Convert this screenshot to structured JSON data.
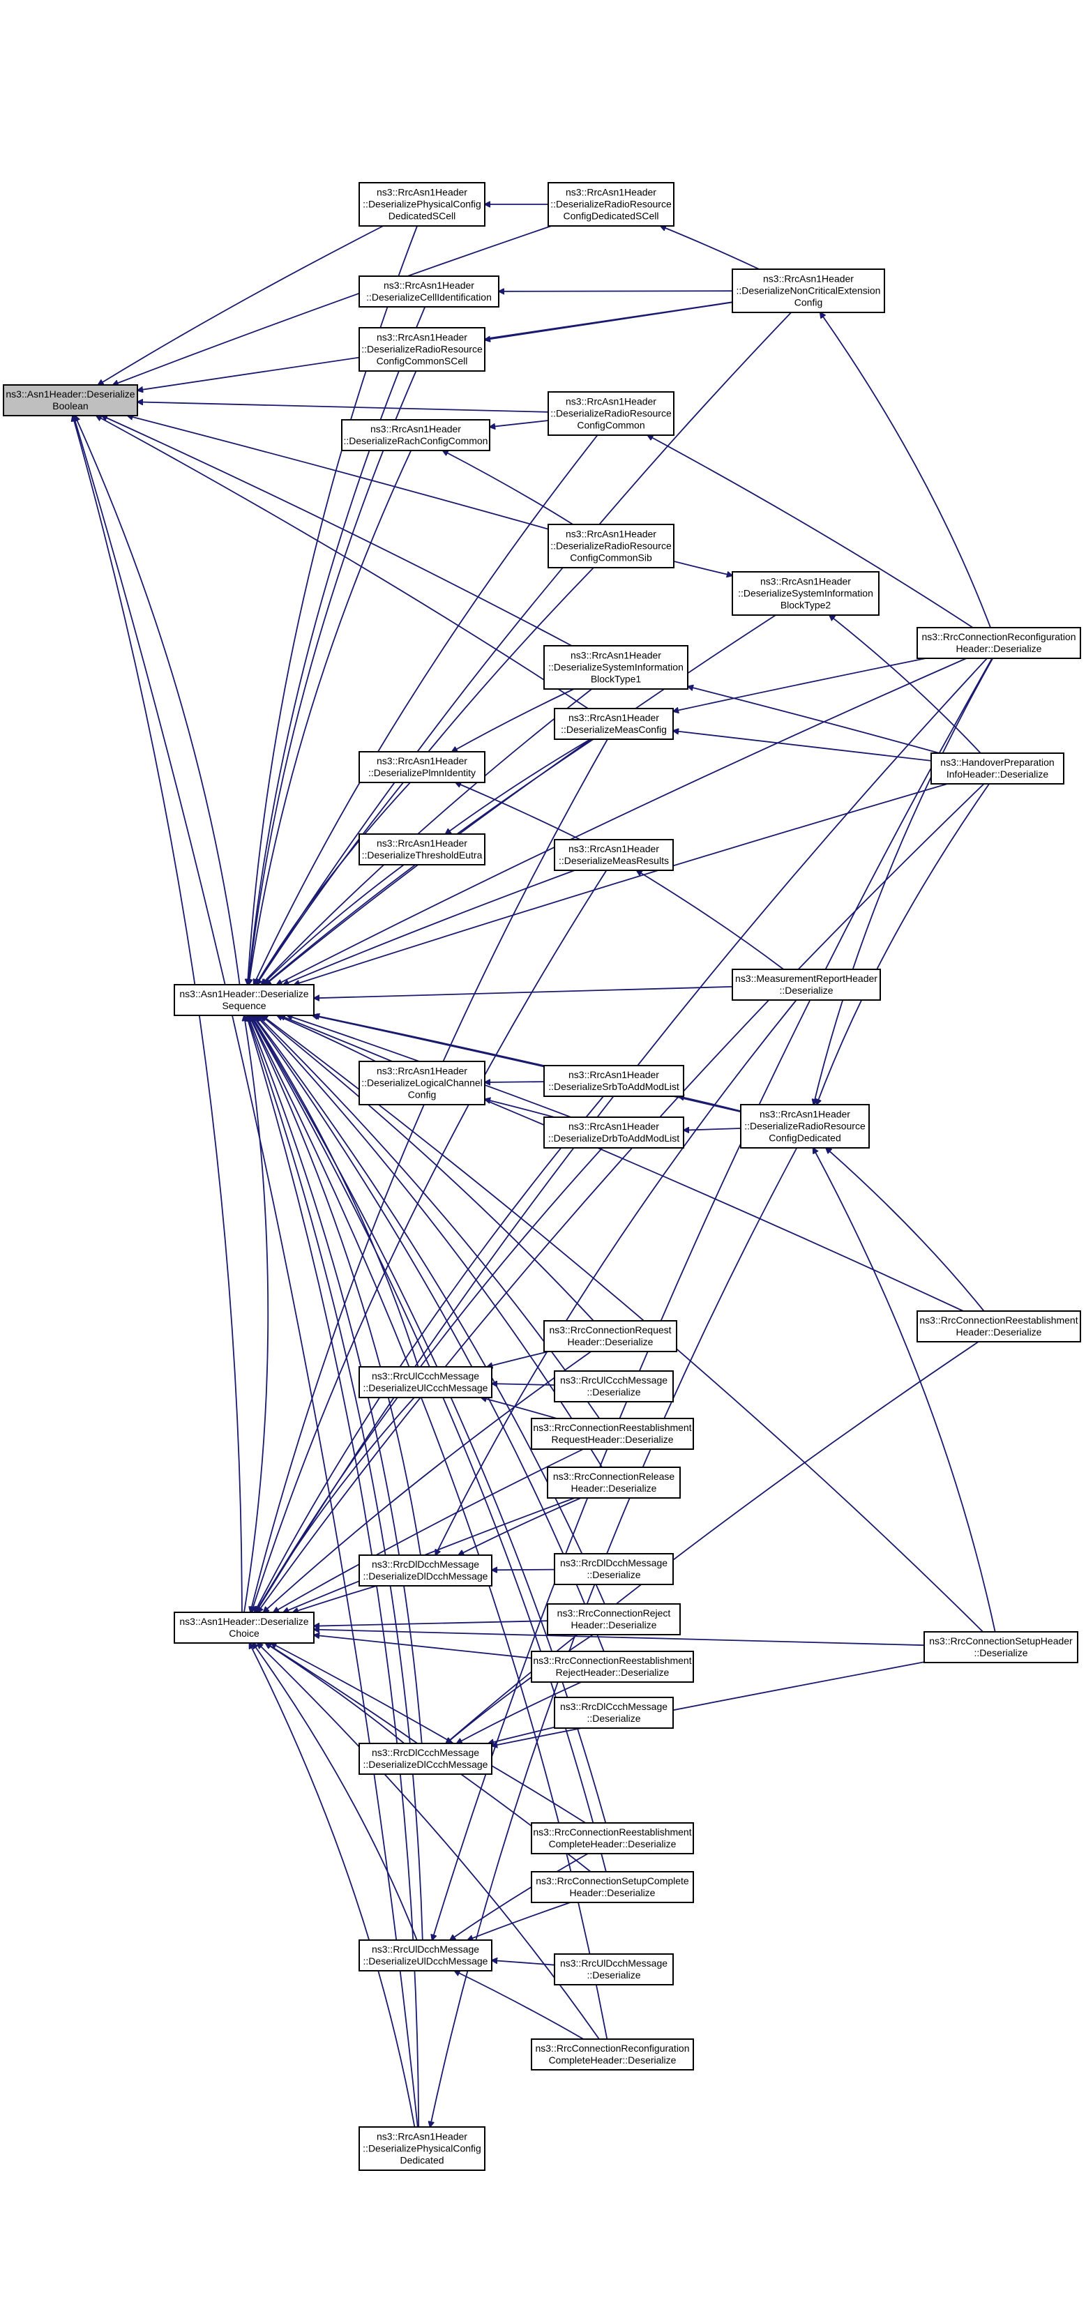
{
  "diagram": {
    "nodes": [
      {
        "id": "root",
        "lines": [
          "ns3::Asn1Header::Deserialize",
          "Boolean"
        ],
        "highlight": true
      },
      {
        "id": "seq",
        "lines": [
          "ns3::Asn1Header::Deserialize",
          "Sequence"
        ]
      },
      {
        "id": "choice",
        "lines": [
          "ns3::Asn1Header::Deserialize",
          "Choice"
        ]
      },
      {
        "id": "physCfgSCell",
        "lines": [
          "ns3::RrcAsn1Header",
          "::DeserializePhysicalConfig",
          "DedicatedSCell"
        ]
      },
      {
        "id": "cellId",
        "lines": [
          "ns3::RrcAsn1Header",
          "::DeserializeCellIdentification"
        ]
      },
      {
        "id": "rrCfgCommonSCell",
        "lines": [
          "ns3::RrcAsn1Header",
          "::DeserializeRadioResource",
          "ConfigCommonSCell"
        ]
      },
      {
        "id": "rachCfg",
        "lines": [
          "ns3::RrcAsn1Header",
          "::DeserializeRachConfigCommon"
        ]
      },
      {
        "id": "plmn",
        "lines": [
          "ns3::RrcAsn1Header",
          "::DeserializePlmnIdentity"
        ]
      },
      {
        "id": "threshEutra",
        "lines": [
          "ns3::RrcAsn1Header",
          "::DeserializeThresholdEutra"
        ]
      },
      {
        "id": "logChCfg",
        "lines": [
          "ns3::RrcAsn1Header",
          "::DeserializeLogicalChannel",
          "Config"
        ]
      },
      {
        "id": "ulCcchDes",
        "lines": [
          "ns3::RrcUlCcchMessage",
          "::DeserializeUlCcchMessage"
        ]
      },
      {
        "id": "dlDcchDes",
        "lines": [
          "ns3::RrcDlDcchMessage",
          "::DeserializeDlDcchMessage"
        ]
      },
      {
        "id": "dlCcchDes",
        "lines": [
          "ns3::RrcDlCcchMessage",
          "::DeserializeDlCcchMessage"
        ]
      },
      {
        "id": "ulDcchDes",
        "lines": [
          "ns3::RrcUlDcchMessage",
          "::DeserializeUlDcchMessage"
        ]
      },
      {
        "id": "physCfgDed",
        "lines": [
          "ns3::RrcAsn1Header",
          "::DeserializePhysicalConfig",
          "Dedicated"
        ]
      },
      {
        "id": "rrCfgDedSCell",
        "lines": [
          "ns3::RrcAsn1Header",
          "::DeserializeRadioResource",
          "ConfigDedicatedSCell"
        ]
      },
      {
        "id": "rrCfgCommon",
        "lines": [
          "ns3::RrcAsn1Header",
          "::DeserializeRadioResource",
          "ConfigCommon"
        ]
      },
      {
        "id": "rrCfgCommonSib",
        "lines": [
          "ns3::RrcAsn1Header",
          "::DeserializeRadioResource",
          "ConfigCommonSib"
        ]
      },
      {
        "id": "sib1",
        "lines": [
          "ns3::RrcAsn1Header",
          "::DeserializeSystemInformation",
          "BlockType1"
        ]
      },
      {
        "id": "measCfg",
        "lines": [
          "ns3::RrcAsn1Header",
          "::DeserializeMeasConfig"
        ]
      },
      {
        "id": "measRes",
        "lines": [
          "ns3::RrcAsn1Header",
          "::DeserializeMeasResults"
        ]
      },
      {
        "id": "srbMod",
        "lines": [
          "ns3::RrcAsn1Header",
          "::DeserializeSrbToAddModList"
        ]
      },
      {
        "id": "drbMod",
        "lines": [
          "ns3::RrcAsn1Header",
          "::DeserializeDrbToAddModList"
        ]
      },
      {
        "id": "connReqHdr",
        "lines": [
          "ns3::RrcConnectionRequest",
          "Header::Deserialize"
        ]
      },
      {
        "id": "ulCcchMsg",
        "lines": [
          "ns3::RrcUlCcchMessage",
          "::Deserialize"
        ]
      },
      {
        "id": "reestReqHdr",
        "lines": [
          "ns3::RrcConnectionReestablishment",
          "RequestHeader::Deserialize"
        ]
      },
      {
        "id": "releaseHdr",
        "lines": [
          "ns3::RrcConnectionRelease",
          "Header::Deserialize"
        ]
      },
      {
        "id": "dlDcchMsg",
        "lines": [
          "ns3::RrcDlDcchMessage",
          "::Deserialize"
        ]
      },
      {
        "id": "rejectHdr",
        "lines": [
          "ns3::RrcConnectionReject",
          "Header::Deserialize"
        ]
      },
      {
        "id": "reestRejHdr",
        "lines": [
          "ns3::RrcConnectionReestablishment",
          "RejectHeader::Deserialize"
        ]
      },
      {
        "id": "dlCcchMsg",
        "lines": [
          "ns3::RrcDlCcchMessage",
          "::Deserialize"
        ]
      },
      {
        "id": "reestCompHdr",
        "lines": [
          "ns3::RrcConnectionReestablishment",
          "CompleteHeader::Deserialize"
        ]
      },
      {
        "id": "setupCompHdr",
        "lines": [
          "ns3::RrcConnectionSetupComplete",
          "Header::Deserialize"
        ]
      },
      {
        "id": "ulDcchMsg",
        "lines": [
          "ns3::RrcUlDcchMessage",
          "::Deserialize"
        ]
      },
      {
        "id": "reconfCompHdr",
        "lines": [
          "ns3::RrcConnectionReconfiguration",
          "CompleteHeader::Deserialize"
        ]
      },
      {
        "id": "nonCritExt",
        "lines": [
          "ns3::RrcAsn1Header",
          "::DeserializeNonCriticalExtension",
          "Config"
        ]
      },
      {
        "id": "sib2",
        "lines": [
          "ns3::RrcAsn1Header",
          "::DeserializeSystemInformation",
          "BlockType2"
        ]
      },
      {
        "id": "measReportHdr",
        "lines": [
          "ns3::MeasurementReportHeader",
          "::Deserialize"
        ]
      },
      {
        "id": "rrCfgDed",
        "lines": [
          "ns3::RrcAsn1Header",
          "::DeserializeRadioResource",
          "ConfigDedicated"
        ]
      },
      {
        "id": "reconfHdr",
        "lines": [
          "ns3::RrcConnectionReconfiguration",
          "Header::Deserialize"
        ]
      },
      {
        "id": "hoPrepHdr",
        "lines": [
          "ns3::HandoverPreparation",
          "InfoHeader::Deserialize"
        ]
      },
      {
        "id": "reestHdr",
        "lines": [
          "ns3::RrcConnectionReestablishment",
          "Header::Deserialize"
        ]
      },
      {
        "id": "setupHdr",
        "lines": [
          "ns3::RrcConnectionSetupHeader",
          "::Deserialize"
        ]
      }
    ],
    "edges": [
      [
        "seq",
        "root"
      ],
      [
        "choice",
        "root"
      ],
      [
        "physCfgSCell",
        "root"
      ],
      [
        "rrCfgDedSCell",
        "root"
      ],
      [
        "rrCfgCommon",
        "root"
      ],
      [
        "rrCfgCommonSib",
        "root"
      ],
      [
        "sib1",
        "root"
      ],
      [
        "measCfg",
        "root"
      ],
      [
        "physCfgDed",
        "root"
      ],
      [
        "nonCritExt",
        "root"
      ],
      [
        "choice",
        "seq"
      ],
      [
        "physCfgSCell",
        "seq"
      ],
      [
        "cellId",
        "seq"
      ],
      [
        "rrCfgCommonSCell",
        "seq"
      ],
      [
        "rachCfg",
        "seq"
      ],
      [
        "plmn",
        "seq"
      ],
      [
        "threshEutra",
        "seq"
      ],
      [
        "logChCfg",
        "seq"
      ],
      [
        "rrCfgCommon",
        "seq"
      ],
      [
        "rrCfgCommonSib",
        "seq"
      ],
      [
        "sib1",
        "seq"
      ],
      [
        "measCfg",
        "seq"
      ],
      [
        "measRes",
        "seq"
      ],
      [
        "srbMod",
        "seq"
      ],
      [
        "drbMod",
        "seq"
      ],
      [
        "connReqHdr",
        "seq"
      ],
      [
        "ulCcchDes",
        "seq"
      ],
      [
        "reestReqHdr",
        "seq"
      ],
      [
        "releaseHdr",
        "seq"
      ],
      [
        "dlDcchDes",
        "seq"
      ],
      [
        "rejectHdr",
        "seq"
      ],
      [
        "reestRejHdr",
        "seq"
      ],
      [
        "dlCcchDes",
        "seq"
      ],
      [
        "reestCompHdr",
        "seq"
      ],
      [
        "setupCompHdr",
        "seq"
      ],
      [
        "ulDcchDes",
        "seq"
      ],
      [
        "reconfCompHdr",
        "seq"
      ],
      [
        "physCfgDed",
        "seq"
      ],
      [
        "nonCritExt",
        "seq"
      ],
      [
        "sib2",
        "seq"
      ],
      [
        "measReportHdr",
        "seq"
      ],
      [
        "rrCfgDed",
        "seq"
      ],
      [
        "reconfHdr",
        "seq"
      ],
      [
        "hoPrepHdr",
        "seq"
      ],
      [
        "reestHdr",
        "seq"
      ],
      [
        "setupHdr",
        "seq"
      ],
      [
        "ulCcchDes",
        "choice"
      ],
      [
        "dlDcchDes",
        "choice"
      ],
      [
        "dlCcchDes",
        "choice"
      ],
      [
        "ulDcchDes",
        "choice"
      ],
      [
        "physCfgDed",
        "choice"
      ],
      [
        "measCfg",
        "choice"
      ],
      [
        "measRes",
        "choice"
      ],
      [
        "rejectHdr",
        "choice"
      ],
      [
        "reestRejHdr",
        "choice"
      ],
      [
        "releaseHdr",
        "choice"
      ],
      [
        "reestCompHdr",
        "choice"
      ],
      [
        "setupCompHdr",
        "choice"
      ],
      [
        "reconfCompHdr",
        "choice"
      ],
      [
        "srbMod",
        "choice"
      ],
      [
        "drbMod",
        "choice"
      ],
      [
        "reestReqHdr",
        "choice"
      ],
      [
        "connReqHdr",
        "choice"
      ],
      [
        "reconfHdr",
        "choice"
      ],
      [
        "hoPrepHdr",
        "choice"
      ],
      [
        "setupHdr",
        "choice"
      ],
      [
        "rrCfgDedSCell",
        "physCfgSCell"
      ],
      [
        "nonCritExt",
        "cellId"
      ],
      [
        "nonCritExt",
        "rrCfgCommonSCell"
      ],
      [
        "nonCritExt",
        "rrCfgDedSCell"
      ],
      [
        "rrCfgCommon",
        "rachCfg"
      ],
      [
        "rrCfgCommonSib",
        "rachCfg"
      ],
      [
        "sib1",
        "plmn"
      ],
      [
        "measRes",
        "plmn"
      ],
      [
        "measCfg",
        "threshEutra"
      ],
      [
        "srbMod",
        "logChCfg"
      ],
      [
        "drbMod",
        "logChCfg"
      ],
      [
        "connReqHdr",
        "ulCcchDes"
      ],
      [
        "ulCcchMsg",
        "ulCcchDes"
      ],
      [
        "reestReqHdr",
        "ulCcchDes"
      ],
      [
        "releaseHdr",
        "dlDcchDes"
      ],
      [
        "dlDcchMsg",
        "dlDcchDes"
      ],
      [
        "measReportHdr",
        "dlDcchDes"
      ],
      [
        "rejectHdr",
        "dlCcchDes"
      ],
      [
        "reestRejHdr",
        "dlCcchDes"
      ],
      [
        "dlCcchMsg",
        "dlCcchDes"
      ],
      [
        "setupHdr",
        "dlCcchDes"
      ],
      [
        "reestHdr",
        "dlCcchDes"
      ],
      [
        "reestCompHdr",
        "ulDcchDes"
      ],
      [
        "setupCompHdr",
        "ulDcchDes"
      ],
      [
        "ulDcchMsg",
        "ulDcchDes"
      ],
      [
        "reconfCompHdr",
        "ulDcchDes"
      ],
      [
        "reconfHdr",
        "ulDcchDes"
      ],
      [
        "reconfHdr",
        "nonCritExt"
      ],
      [
        "reconfHdr",
        "rrCfgCommon"
      ],
      [
        "hoPrepHdr",
        "sib2"
      ],
      [
        "rrCfgCommonSib",
        "sib2"
      ],
      [
        "hoPrepHdr",
        "measCfg"
      ],
      [
        "reconfHdr",
        "measCfg"
      ],
      [
        "hoPrepHdr",
        "sib1"
      ],
      [
        "measReportHdr",
        "measRes"
      ],
      [
        "rrCfgDed",
        "srbMod"
      ],
      [
        "rrCfgDed",
        "drbMod"
      ],
      [
        "reconfHdr",
        "rrCfgDed"
      ],
      [
        "hoPrepHdr",
        "rrCfgDed"
      ],
      [
        "reestHdr",
        "rrCfgDed"
      ],
      [
        "setupHdr",
        "rrCfgDed"
      ],
      [
        "rrCfgDed",
        "physCfgDed"
      ]
    ]
  }
}
